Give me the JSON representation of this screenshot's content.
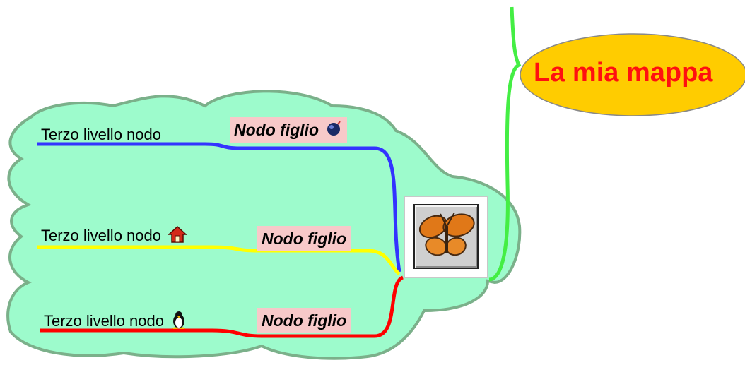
{
  "map": {
    "root": {
      "label": "La mia mappa",
      "fill": "#ffcc00",
      "text_color": "#ff1010"
    },
    "cloud_color": "#9dfbcc",
    "hub_icon": "butterfly-icon",
    "branches": [
      {
        "child": "Nodo figlio",
        "child_icon": "bomb-icon",
        "third": "Terzo livello nodo",
        "third_icon": "",
        "color": "#3333ff"
      },
      {
        "child": "Nodo figlio",
        "child_icon": "",
        "third": "Terzo livello nodo",
        "third_icon": "house-icon",
        "color": "#ffff00"
      },
      {
        "child": "Nodo figlio",
        "child_icon": "",
        "third": "Terzo livello nodo",
        "third_icon": "penguin-icon",
        "color": "#ff0000"
      }
    ],
    "root_edge_color": "#44ee44"
  }
}
